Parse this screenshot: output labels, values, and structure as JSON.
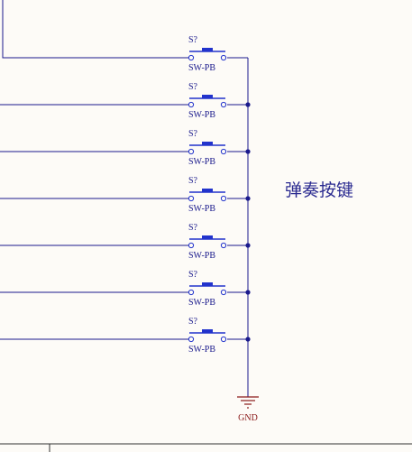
{
  "title": "弹奏按键",
  "switches": [
    {
      "ref": "S?",
      "type": "SW-PB"
    },
    {
      "ref": "S?",
      "type": "SW-PB"
    },
    {
      "ref": "S?",
      "type": "SW-PB"
    },
    {
      "ref": "S?",
      "type": "SW-PB"
    },
    {
      "ref": "S?",
      "type": "SW-PB"
    },
    {
      "ref": "S?",
      "type": "SW-PB"
    },
    {
      "ref": "S?",
      "type": "SW-PB"
    }
  ],
  "ground": {
    "label": "GND"
  },
  "colors": {
    "background": "#fdfbf7",
    "wire": "#1a1a8c",
    "component": "#2233cc",
    "junction": "#1a1a8c",
    "ground": "#8b1a1a",
    "text": "#1a1a8c",
    "title": "#2a2a90",
    "border": "#333333"
  }
}
